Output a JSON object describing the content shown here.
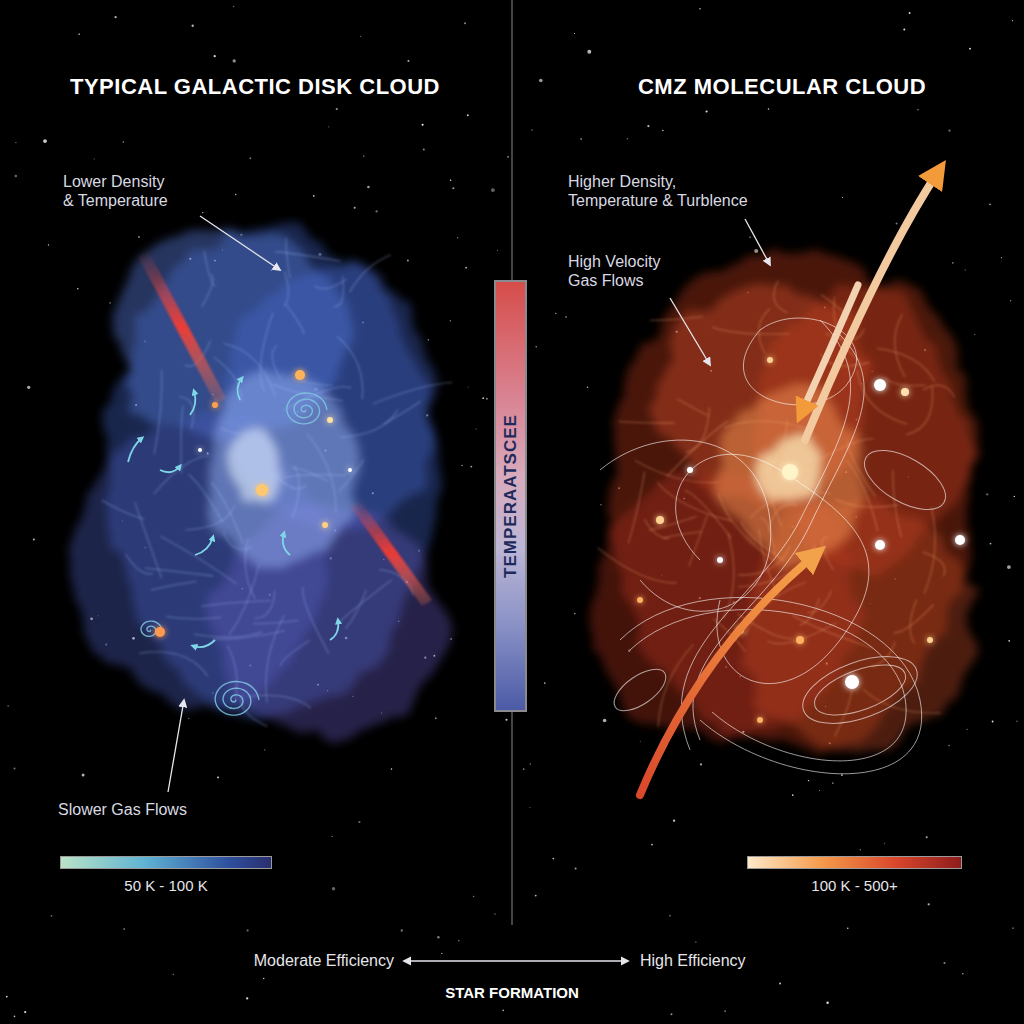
{
  "diagram": {
    "nodes": [
      {
        "text": [
          "TEMPERAATSCEE"
        ]
      }
    ],
    "labels": [
      "TYPICAL GALACTIC DISK CLOUD",
      "CMZ MOLECULAR CLOUD",
      "Lower Density & Temperature",
      "Slower Gas Flows",
      "Higher Density, Temperature & Turblence",
      "High Velocity Gas Flows",
      "Moderate Efficiency",
      "High Efficiency",
      "STAR FORMATION"
    ],
    "legend": [
      {
        "text": "50 K - 100 K"
      },
      {
        "text": "100 K - 500+"
      }
    ]
  }
}
